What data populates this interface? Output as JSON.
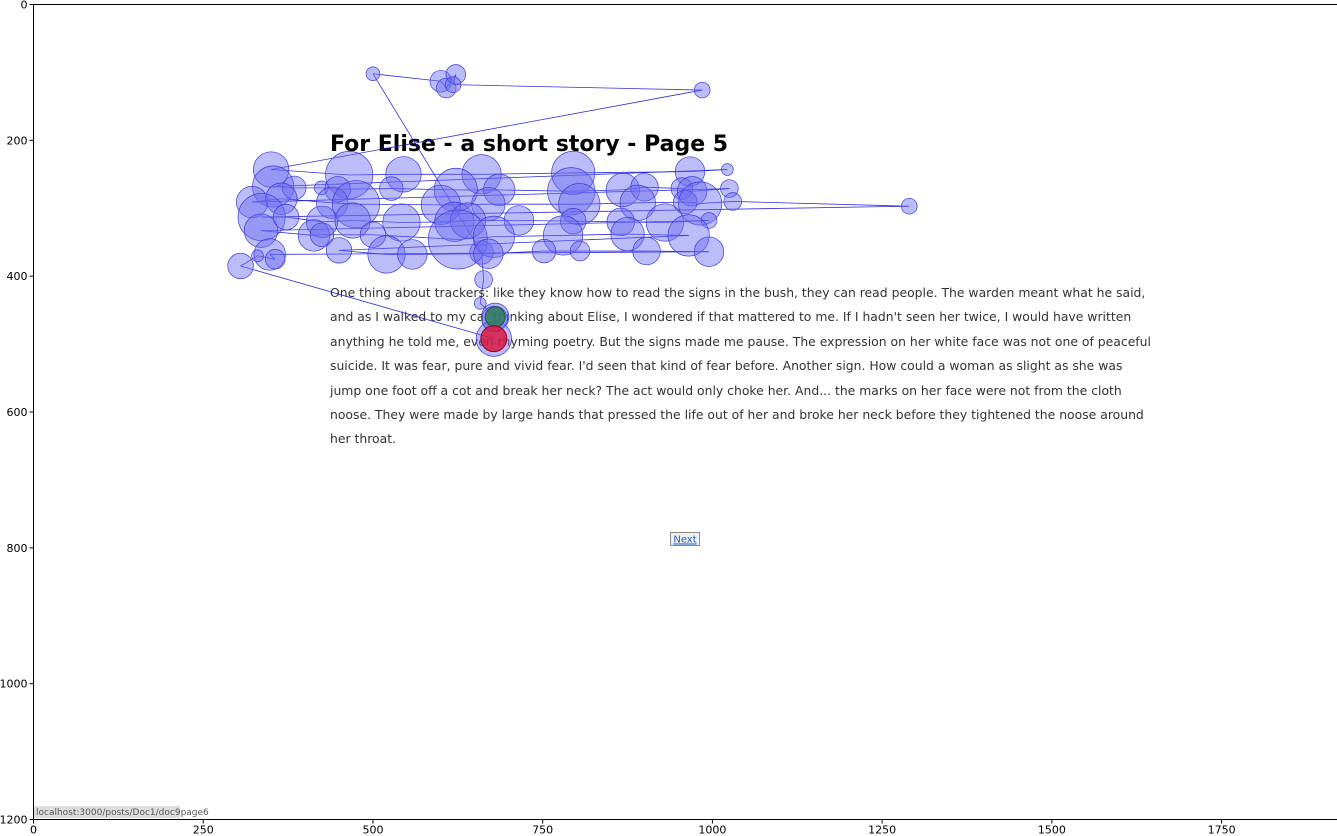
{
  "page": {
    "title": "For Elise - a short story - Page 5",
    "paragraph_lines": [
      "One thing about trackers: like they know how to read the signs in the bush, they can read people. The warden meant what he said,",
      "and as I walked to my car thinking about Elise, I wondered if that mattered to me. If I hadn't seen her twice, I would have written",
      "anything he told me, even rhyming poetry. But the signs made me pause. The expression on her white face was not one of peaceful",
      "suicide. It was fear, pure and vivid fear. I'd seen that kind of fear before. Another sign. How could a woman as slight as she was",
      "jump one foot off a cot and break her neck? The act would only choke her. And... the marks on her face were not from the cloth",
      "noose. They were made by large hands that pressed the life out of her and broke her neck before they tightened the noose around",
      "her throat."
    ],
    "next_label": "Next",
    "status_url": "localhost:3000/posts/Doc1/doc9page6"
  },
  "colors": {
    "fixation_fill": "#6b6bf0",
    "fixation_stroke": "#3b3bdc",
    "saccade_line": "#1a1ad8",
    "first_fixation": "#2e7d5b",
    "last_fixation": "#dc143c",
    "axis": "#000000",
    "text": "#333333",
    "link": "#1a5fd0"
  },
  "chart_data": {
    "type": "scatter",
    "subtype": "eye-tracking fixation scanpath over page screenshot",
    "xlim": [
      0,
      1920
    ],
    "ylim": [
      1200,
      0
    ],
    "x_ticks": [
      0,
      250,
      500,
      750,
      1000,
      1250,
      1500,
      1750
    ],
    "y_ticks": [
      0,
      200,
      400,
      600,
      800,
      1000,
      1200
    ],
    "grid": false,
    "legend": "none",
    "fixations": [
      {
        "x": 680,
        "y": 460,
        "r": 14
      },
      {
        "x": 679,
        "y": 463,
        "r": 13
      },
      {
        "x": 658,
        "y": 440,
        "r": 6
      },
      {
        "x": 663,
        "y": 405,
        "r": 9
      },
      {
        "x": 660,
        "y": 365,
        "r": 12
      },
      {
        "x": 500,
        "y": 102,
        "r": 7
      },
      {
        "x": 600,
        "y": 113,
        "r": 11
      },
      {
        "x": 608,
        "y": 123,
        "r": 10
      },
      {
        "x": 622,
        "y": 103,
        "r": 10
      },
      {
        "x": 618,
        "y": 118,
        "r": 8
      },
      {
        "x": 985,
        "y": 126,
        "r": 8
      },
      {
        "x": 350,
        "y": 243,
        "r": 18
      },
      {
        "x": 465,
        "y": 251,
        "r": 24
      },
      {
        "x": 545,
        "y": 250,
        "r": 18
      },
      {
        "x": 660,
        "y": 250,
        "r": 20
      },
      {
        "x": 795,
        "y": 248,
        "r": 22
      },
      {
        "x": 967,
        "y": 246,
        "r": 15
      },
      {
        "x": 1022,
        "y": 243,
        "r": 6
      },
      {
        "x": 353,
        "y": 268,
        "r": 21
      },
      {
        "x": 384,
        "y": 270,
        "r": 12
      },
      {
        "x": 424,
        "y": 270,
        "r": 7
      },
      {
        "x": 448,
        "y": 272,
        "r": 13
      },
      {
        "x": 527,
        "y": 271,
        "r": 12
      },
      {
        "x": 622,
        "y": 273,
        "r": 22
      },
      {
        "x": 686,
        "y": 273,
        "r": 16
      },
      {
        "x": 792,
        "y": 275,
        "r": 24
      },
      {
        "x": 868,
        "y": 273,
        "r": 17
      },
      {
        "x": 900,
        "y": 269,
        "r": 14
      },
      {
        "x": 955,
        "y": 271,
        "r": 11
      },
      {
        "x": 970,
        "y": 275,
        "r": 15
      },
      {
        "x": 1025,
        "y": 271,
        "r": 9
      },
      {
        "x": 322,
        "y": 291,
        "r": 16
      },
      {
        "x": 365,
        "y": 286,
        "r": 16
      },
      {
        "x": 440,
        "y": 292,
        "r": 16
      },
      {
        "x": 475,
        "y": 294,
        "r": 24
      },
      {
        "x": 600,
        "y": 295,
        "r": 20
      },
      {
        "x": 670,
        "y": 294,
        "r": 17
      },
      {
        "x": 804,
        "y": 294,
        "r": 21
      },
      {
        "x": 890,
        "y": 292,
        "r": 18
      },
      {
        "x": 960,
        "y": 291,
        "r": 12
      },
      {
        "x": 982,
        "y": 293,
        "r": 22
      },
      {
        "x": 1030,
        "y": 290,
        "r": 9
      },
      {
        "x": 1290,
        "y": 297,
        "r": 8
      },
      {
        "x": 336,
        "y": 313,
        "r": 24
      },
      {
        "x": 372,
        "y": 313,
        "r": 13
      },
      {
        "x": 425,
        "y": 320,
        "r": 16
      },
      {
        "x": 470,
        "y": 318,
        "r": 18
      },
      {
        "x": 542,
        "y": 321,
        "r": 19
      },
      {
        "x": 620,
        "y": 320,
        "r": 20
      },
      {
        "x": 640,
        "y": 318,
        "r": 18
      },
      {
        "x": 715,
        "y": 318,
        "r": 15
      },
      {
        "x": 795,
        "y": 319,
        "r": 13
      },
      {
        "x": 865,
        "y": 320,
        "r": 14
      },
      {
        "x": 930,
        "y": 321,
        "r": 19
      },
      {
        "x": 995,
        "y": 318,
        "r": 8
      },
      {
        "x": 335,
        "y": 333,
        "r": 17
      },
      {
        "x": 413,
        "y": 340,
        "r": 16
      },
      {
        "x": 425,
        "y": 339,
        "r": 12
      },
      {
        "x": 500,
        "y": 339,
        "r": 13
      },
      {
        "x": 625,
        "y": 346,
        "r": 30
      },
      {
        "x": 678,
        "y": 342,
        "r": 21
      },
      {
        "x": 780,
        "y": 340,
        "r": 20
      },
      {
        "x": 875,
        "y": 338,
        "r": 17
      },
      {
        "x": 965,
        "y": 340,
        "r": 21
      },
      {
        "x": 450,
        "y": 362,
        "r": 13
      },
      {
        "x": 520,
        "y": 368,
        "r": 19
      },
      {
        "x": 558,
        "y": 368,
        "r": 15
      },
      {
        "x": 670,
        "y": 367,
        "r": 15
      },
      {
        "x": 752,
        "y": 363,
        "r": 12
      },
      {
        "x": 805,
        "y": 363,
        "r": 10
      },
      {
        "x": 903,
        "y": 363,
        "r": 14
      },
      {
        "x": 995,
        "y": 364,
        "r": 15
      },
      {
        "x": 348,
        "y": 368,
        "r": 16
      },
      {
        "x": 356,
        "y": 375,
        "r": 10
      },
      {
        "x": 330,
        "y": 370,
        "r": 6
      },
      {
        "x": 305,
        "y": 385,
        "r": 13
      },
      {
        "x": 678,
        "y": 492,
        "r": 18
      }
    ],
    "first_fixation": {
      "x": 680,
      "y": 460
    },
    "last_fixation": {
      "x": 678,
      "y": 492
    },
    "saccade_path_order": [
      0,
      2,
      3,
      4,
      5,
      6,
      7,
      8,
      9,
      10,
      11,
      12,
      13,
      14,
      15,
      16,
      17,
      18,
      19,
      20,
      21,
      22,
      23,
      24,
      25,
      26,
      27,
      28,
      29,
      30,
      31,
      32,
      33,
      34,
      35,
      36,
      37,
      38,
      39,
      40,
      41,
      42,
      43,
      44,
      45,
      46,
      47,
      48,
      49,
      50,
      51,
      52,
      53,
      54,
      55,
      56,
      57,
      58,
      59,
      60,
      61,
      62,
      63,
      64,
      65,
      66,
      67,
      68,
      69,
      70,
      71,
      72,
      73,
      74,
      75,
      76
    ]
  }
}
